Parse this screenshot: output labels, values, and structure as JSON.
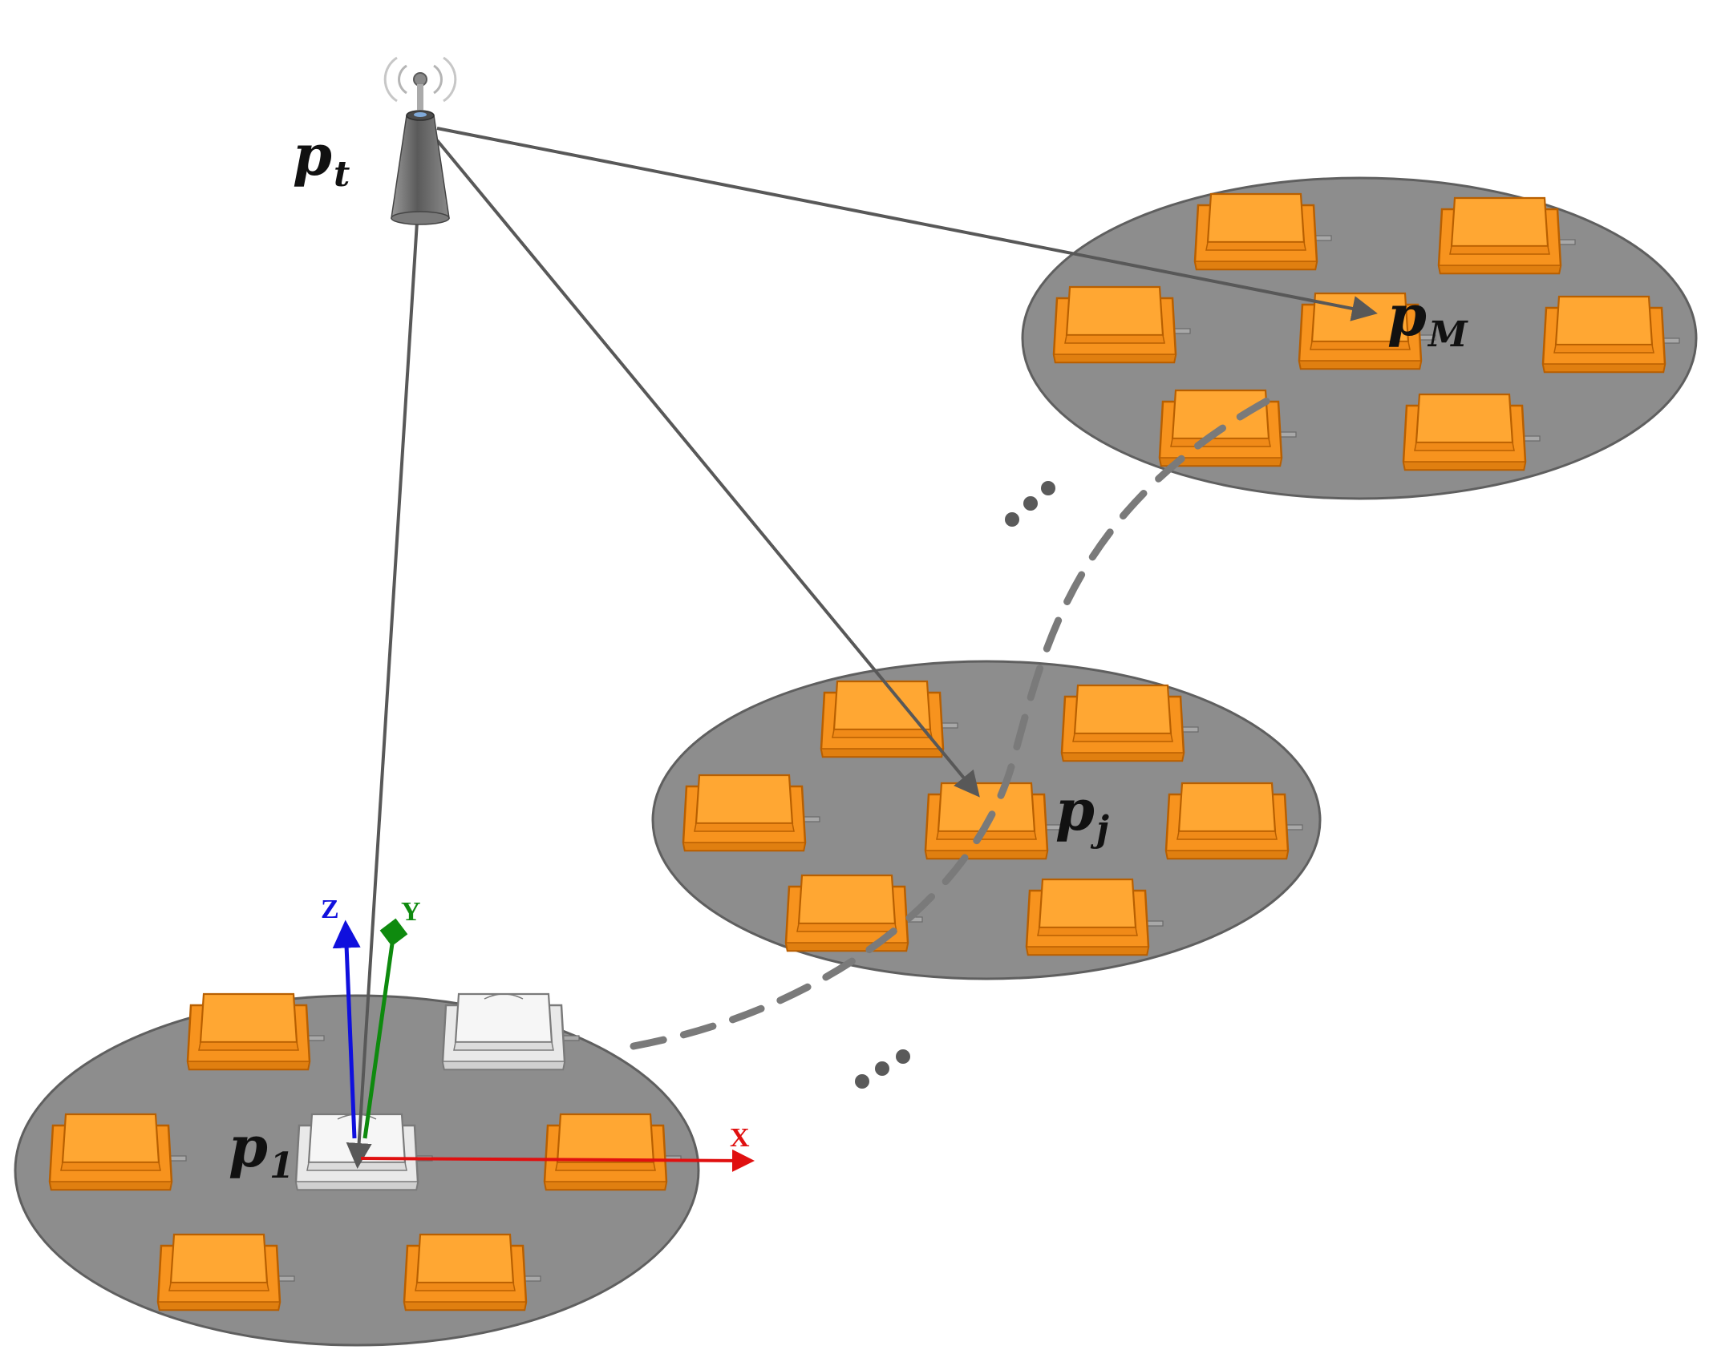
{
  "colors": {
    "disk_fill": "#8d8d8d",
    "disk_stroke": "#5f5f5f",
    "module_fill": "#f7931e",
    "module_top": "#ffa733",
    "module_stroke": "#b85f00",
    "module_ghost_fill": "#e9e9e9",
    "module_ghost_stroke": "#7a7a7a",
    "link_line": "#585858",
    "dashed_arc": "#7a7a7a",
    "axis_x": "#e01010",
    "axis_y": "#0e8a0e",
    "axis_z": "#1010dd",
    "tower": "#666666"
  },
  "labels": {
    "pt": {
      "base": "p",
      "sub": "t"
    },
    "p1": {
      "base": "p",
      "sub": "1"
    },
    "pj": {
      "base": "p",
      "sub": "j"
    },
    "pM": {
      "base": "p",
      "sub": "M"
    }
  },
  "axes": {
    "x": "X",
    "y": "Y",
    "z": "Z"
  },
  "ellipsis": [
    "...",
    "..."
  ],
  "icons": {
    "transmitter": "antenna-tower-icon",
    "module": "sensor-module-icon",
    "ghost_module": "ghost-module-icon"
  },
  "disks": [
    {
      "id": "disk-1",
      "modules": [
        "orange",
        "ghost",
        "orange",
        "ghost",
        "orange",
        "orange",
        "orange"
      ]
    },
    {
      "id": "disk-j",
      "modules": [
        "orange",
        "orange",
        "orange",
        "orange",
        "orange",
        "orange",
        "orange"
      ]
    },
    {
      "id": "disk-M",
      "modules": [
        "orange",
        "orange",
        "orange",
        "orange",
        "orange",
        "orange",
        "orange"
      ]
    }
  ]
}
